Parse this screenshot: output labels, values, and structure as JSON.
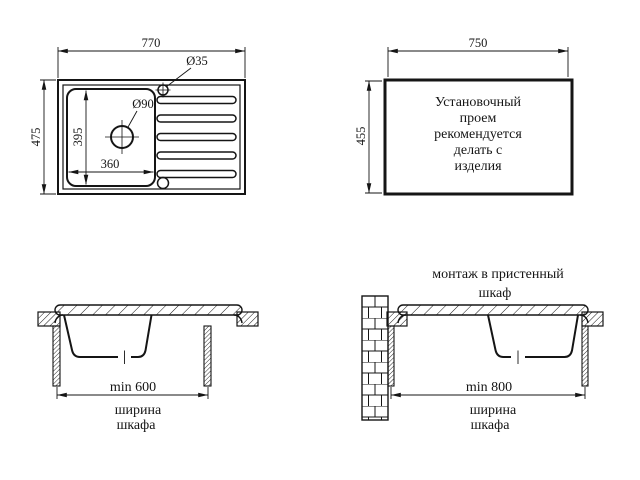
{
  "top_view": {
    "dim_width": "770",
    "dim_height": "475",
    "bowl_width": "360",
    "bowl_depth": "395",
    "faucet_hole": "Ø35",
    "drain_hole": "Ø90"
  },
  "cutout_view": {
    "dim_width": "750",
    "dim_height": "455",
    "note_line1": "Установочный",
    "note_line2": "проем",
    "note_line3": "рекомендуется",
    "note_line4": "делать с",
    "note_line5": "изделия"
  },
  "section_left": {
    "dim_min": "min 600",
    "caption1": "ширина",
    "caption2": "шкафа"
  },
  "section_right": {
    "title1": "монтаж в пристенный",
    "title2": "шкаф",
    "dim_min": "min 800",
    "caption1": "ширина",
    "caption2": "шкафа"
  },
  "colors": {
    "line": "#151515",
    "background": "#ffffff"
  }
}
